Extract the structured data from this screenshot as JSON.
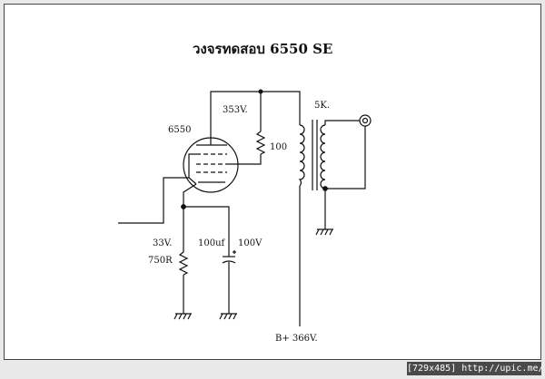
{
  "title": "วงจรทดสอบ 6550 SE",
  "labels": {
    "tube": "6550",
    "plate_voltage": "353V.",
    "resistor_100": "100",
    "transformer": "5K.",
    "cathode_voltage": "33V.",
    "cathode_resistor": "750R",
    "capacitor": "100uf",
    "capacitor_voltage": "100V",
    "supply": "B+ 366V."
  },
  "watermark": "[729x485] http://upic.me/",
  "colors": {
    "line": "#111111",
    "background": "#ffffff",
    "frame": "#444444",
    "watermark_bg": "#4a4a4a"
  }
}
